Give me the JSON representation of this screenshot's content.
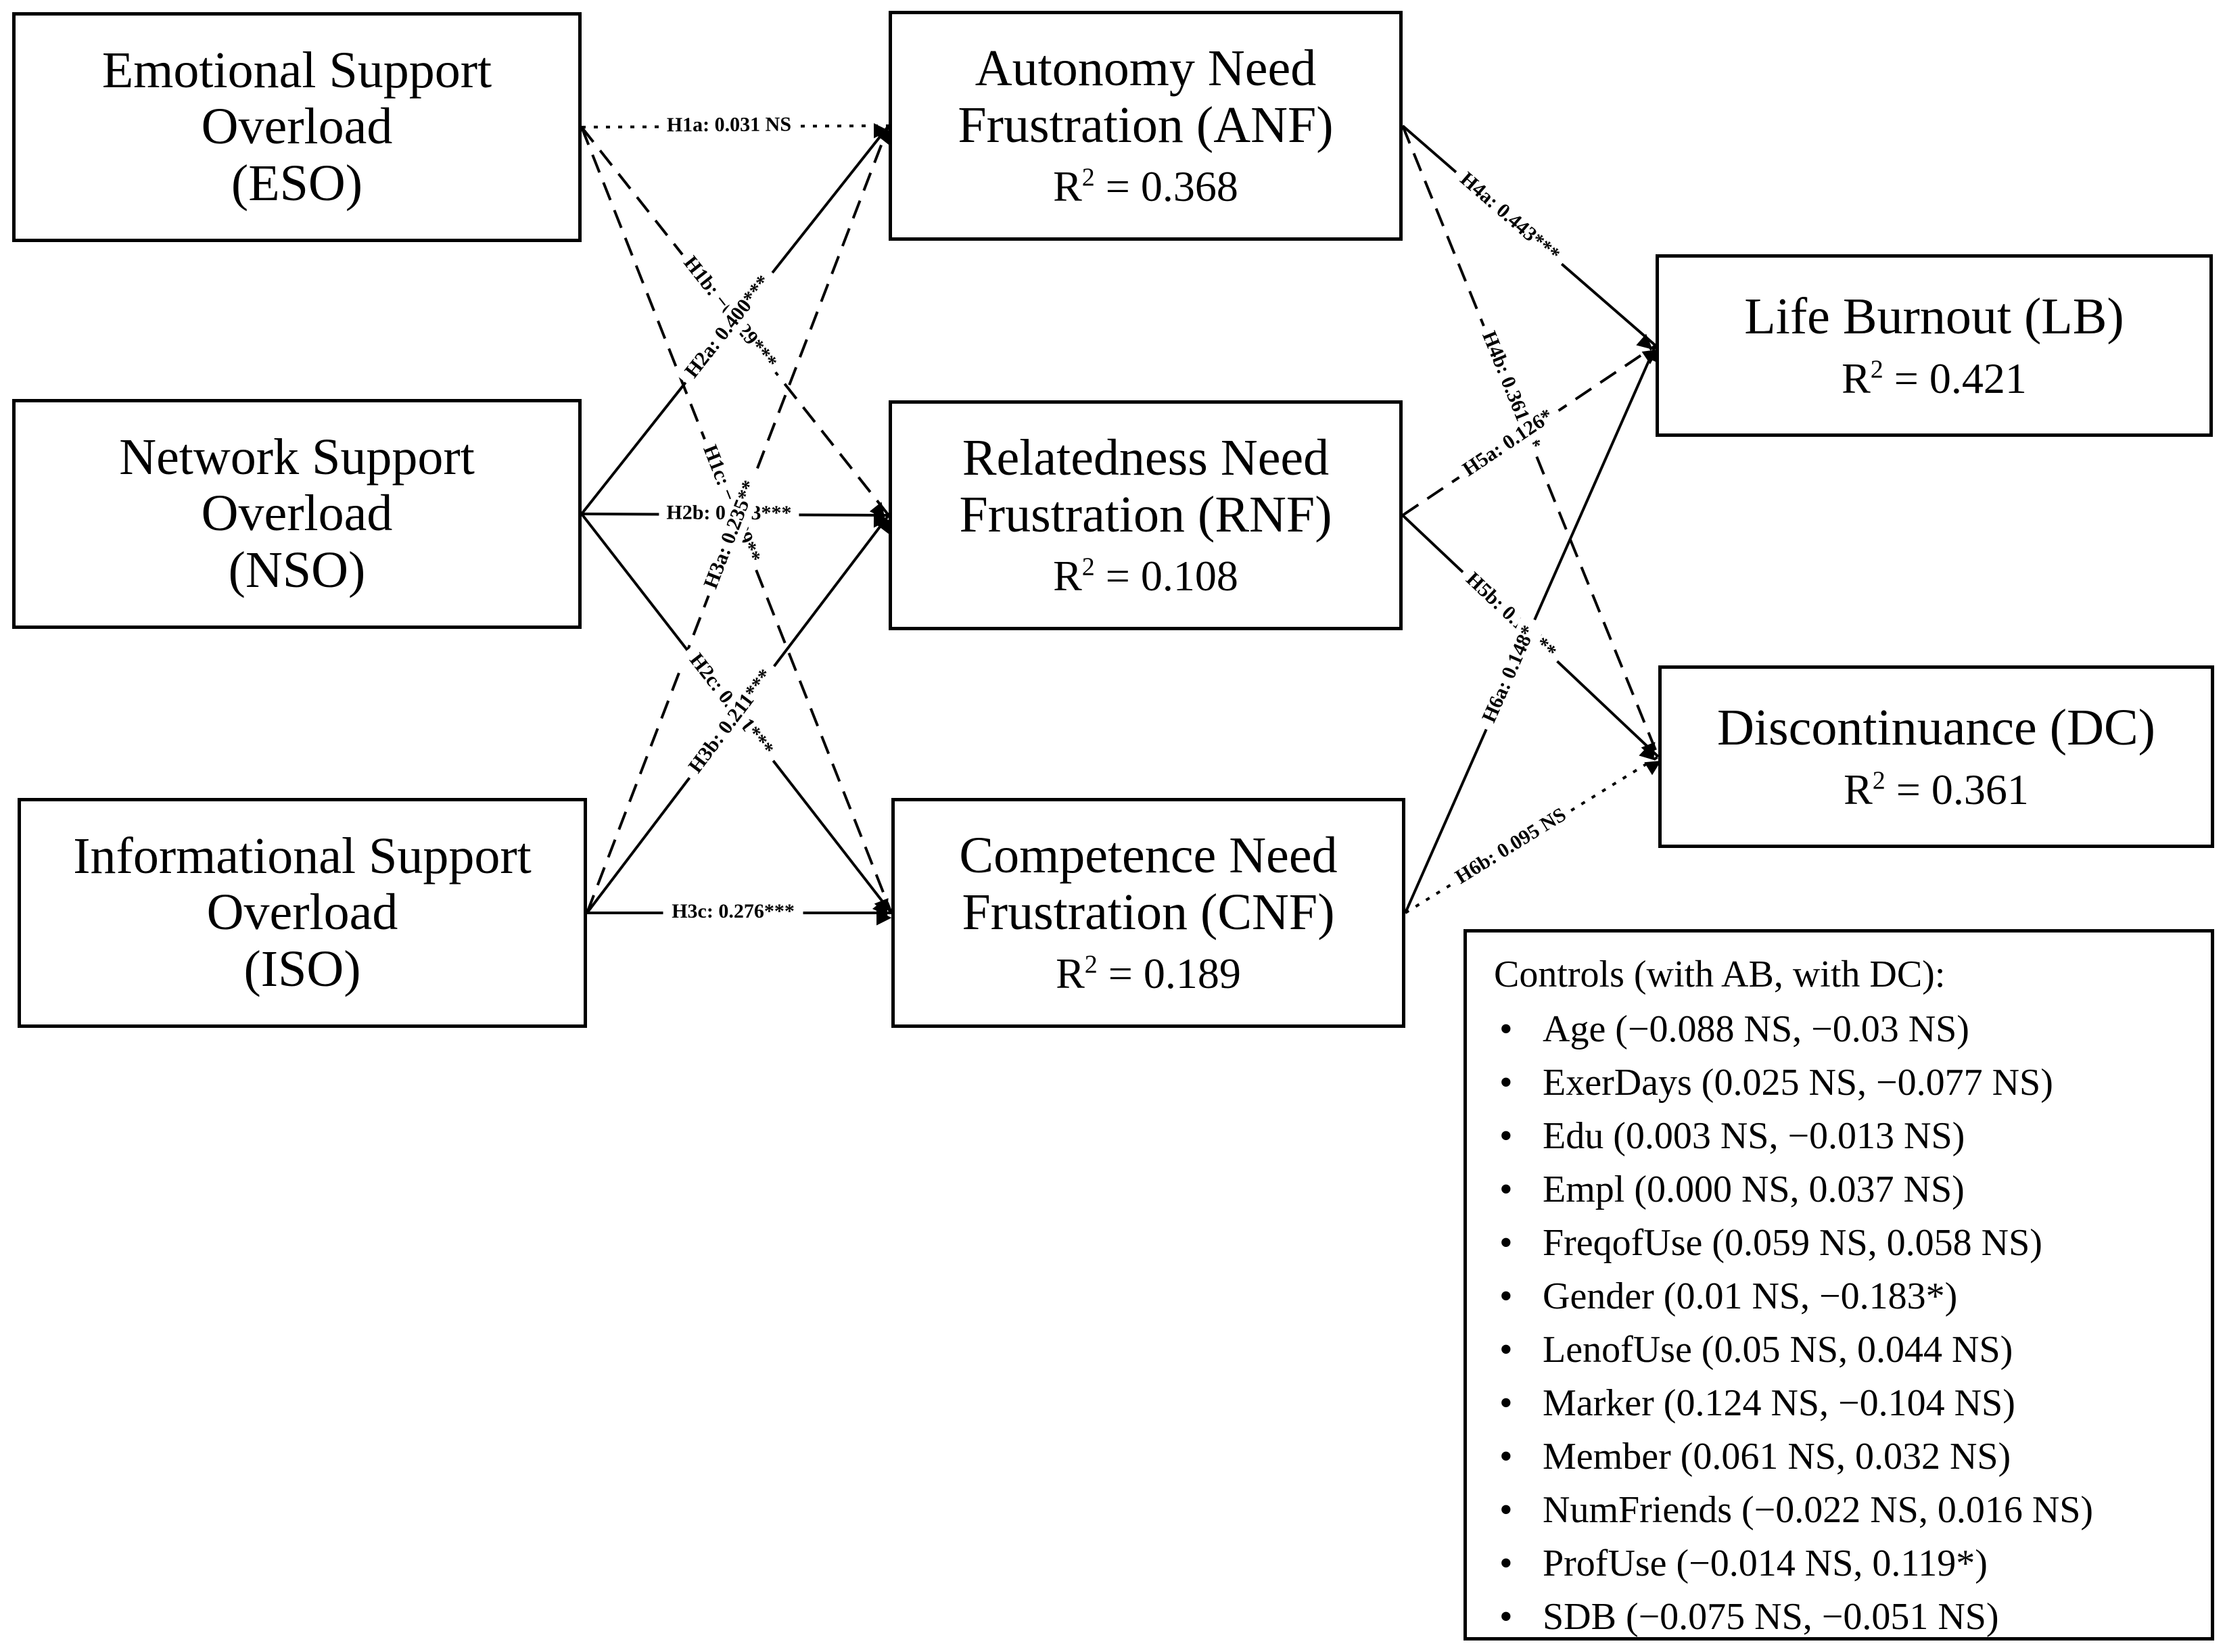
{
  "nodes": {
    "eso": {
      "title": [
        "Emotional Support",
        "Overload",
        "(ESO)"
      ]
    },
    "nso": {
      "title": [
        "Network Support",
        "Overload",
        "(NSO)"
      ]
    },
    "iso": {
      "title": [
        "Informational Support",
        "Overload",
        "(ISO)"
      ]
    },
    "anf": {
      "title": [
        "Autonomy Need",
        "Frustration (ANF)"
      ],
      "r2_label": "R",
      "r2_sup": "2",
      "r2_value": " = 0.368"
    },
    "rnf": {
      "title": [
        "Relatedness Need",
        "Frustration (RNF)"
      ],
      "r2_label": "R",
      "r2_sup": "2",
      "r2_value": " = 0.108"
    },
    "cnf": {
      "title": [
        "Competence Need",
        "Frustration (CNF)"
      ],
      "r2_label": "R",
      "r2_sup": "2",
      "r2_value": " = 0.189"
    },
    "lb": {
      "title": [
        "Life Burnout (LB)"
      ],
      "r2_label": "R",
      "r2_sup": "2",
      "r2_value": " = 0.421"
    },
    "dc": {
      "title": [
        "Discontinuance (DC)"
      ],
      "r2_label": "R",
      "r2_sup": "2",
      "r2_value": " = 0.361"
    }
  },
  "paths": [
    {
      "from": "eso",
      "to": "anf",
      "label": "H1a: 0.031 NS",
      "style": "dotted"
    },
    {
      "from": "eso",
      "to": "rnf",
      "label": "H1b: −0.229***",
      "style": "dashed"
    },
    {
      "from": "eso",
      "to": "cnf",
      "label": "H1c: −0.129**",
      "style": "dashed"
    },
    {
      "from": "nso",
      "to": "anf",
      "label": "H2a: 0.400***",
      "style": "solid"
    },
    {
      "from": "nso",
      "to": "rnf",
      "label": "H2b: 0.223***",
      "style": "solid"
    },
    {
      "from": "nso",
      "to": "cnf",
      "label": "H2c: 0.261***",
      "style": "solid"
    },
    {
      "from": "iso",
      "to": "anf",
      "label": "H3a: 0.235**",
      "style": "dashed"
    },
    {
      "from": "iso",
      "to": "rnf",
      "label": "H3b: 0.211***",
      "style": "solid"
    },
    {
      "from": "iso",
      "to": "cnf",
      "label": "H3c: 0.276***",
      "style": "solid"
    },
    {
      "from": "anf",
      "to": "lb",
      "label": "H4a: 0.443***",
      "style": "solid"
    },
    {
      "from": "anf",
      "to": "dc",
      "label": "H4b: 0.361***",
      "style": "dashed"
    },
    {
      "from": "rnf",
      "to": "lb",
      "label": "H5a: 0.126*",
      "style": "dashed"
    },
    {
      "from": "rnf",
      "to": "dc",
      "label": "H5b: 0.164**",
      "style": "solid"
    },
    {
      "from": "cnf",
      "to": "lb",
      "label": "H6a: 0.148*",
      "style": "solid"
    },
    {
      "from": "cnf",
      "to": "dc",
      "label": "H6b: 0.095 NS",
      "style": "dotted"
    }
  ],
  "controls": {
    "title": "Controls (with AB, with DC):",
    "bullet": "•",
    "items": [
      "Age (−0.088 NS, −0.03 NS)",
      "ExerDays (0.025 NS, −0.077 NS)",
      "Edu (0.003 NS, −0.013 NS)",
      "Empl (0.000 NS, 0.037 NS)",
      "FreqofUse (0.059 NS, 0.058 NS)",
      "Gender (0.01 NS, −0.183*)",
      "LenofUse (0.05 NS, 0.044 NS)",
      "Marker (0.124 NS, −0.104 NS)",
      "Member (0.061 NS, 0.032 NS)",
      "NumFriends (−0.022 NS, 0.016 NS)",
      "ProfUse (−0.014 NS, 0.119*)",
      "SDB (−0.075 NS, −0.051 NS)"
    ]
  }
}
